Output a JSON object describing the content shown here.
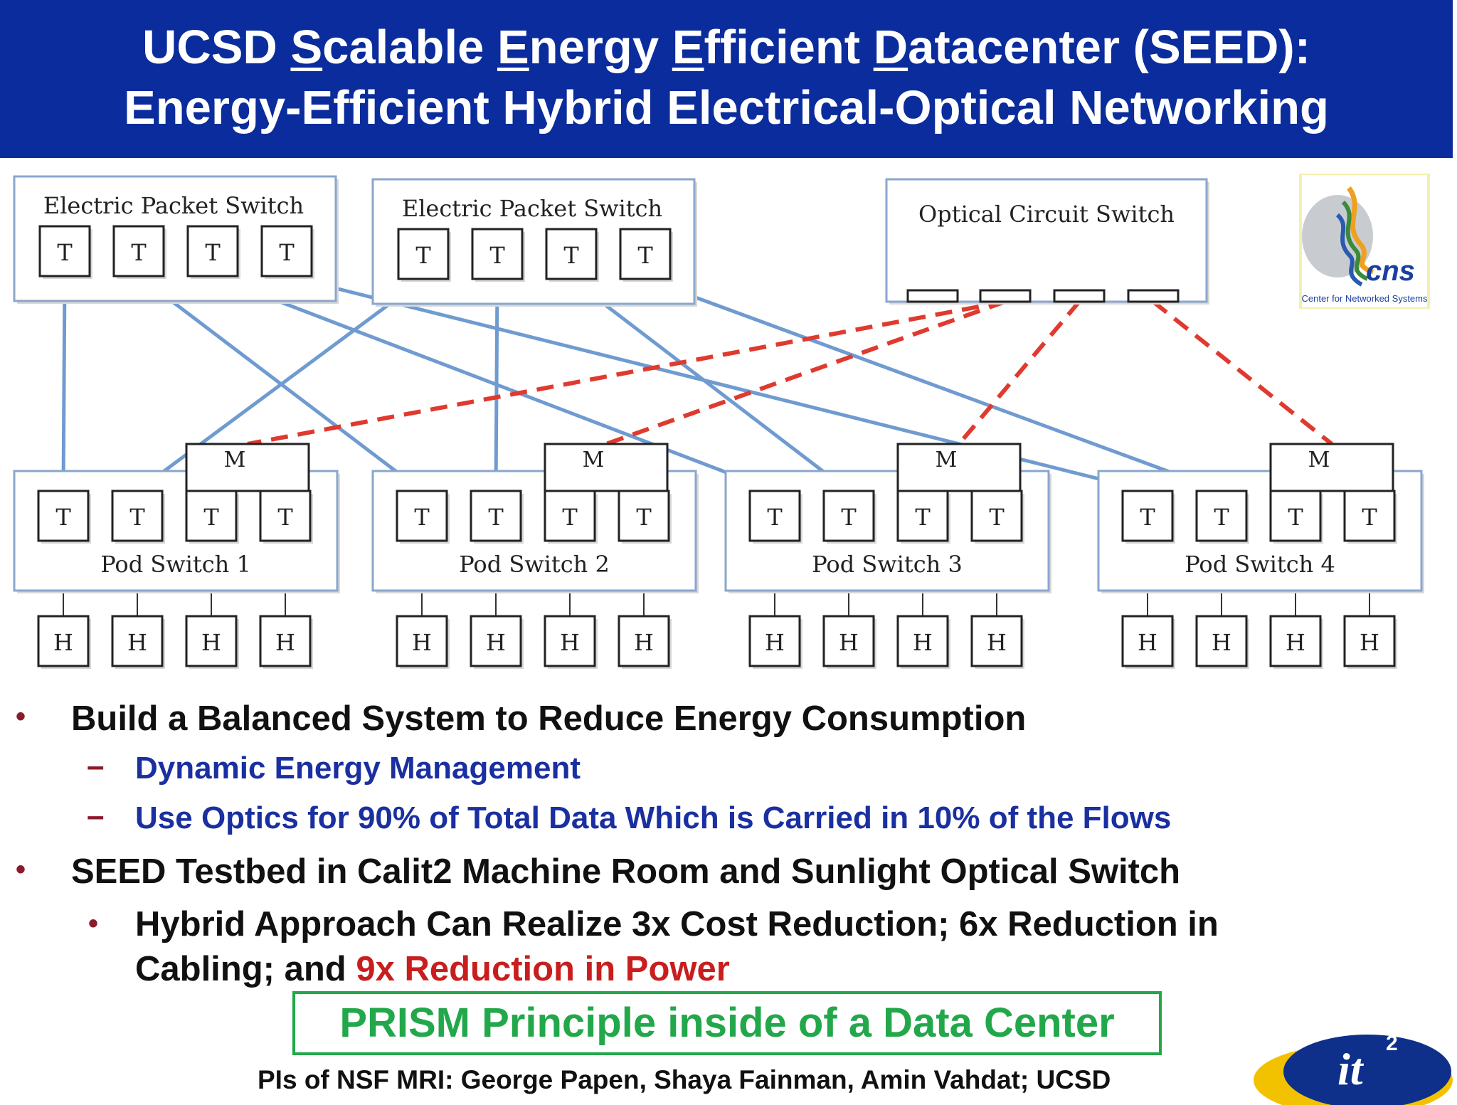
{
  "title": {
    "line1": {
      "prefix": "UCSD ",
      "s_letter": "S",
      "s_rest": "calable ",
      "e1_letter": "E",
      "e1_rest": "nergy ",
      "e2_letter": "E",
      "e2_rest": "fficient ",
      "d_letter": "D",
      "d_rest": "atacenter (SEED):"
    },
    "line2": "Energy-Efficient Hybrid Electrical-Optical Networking"
  },
  "diagram": {
    "core_switches": [
      {
        "label": "Electric Packet Switch",
        "ports": [
          "T",
          "T",
          "T",
          "T"
        ]
      },
      {
        "label": "Electric Packet Switch",
        "ports": [
          "T",
          "T",
          "T",
          "T"
        ]
      }
    ],
    "optical_switch": {
      "label": "Optical Circuit Switch"
    },
    "pods": [
      {
        "label": "Pod Switch 1",
        "mux": "M",
        "ports": [
          "T",
          "T",
          "T",
          "T"
        ],
        "hosts": [
          "H",
          "H",
          "H",
          "H"
        ]
      },
      {
        "label": "Pod Switch 2",
        "mux": "M",
        "ports": [
          "T",
          "T",
          "T",
          "T"
        ],
        "hosts": [
          "H",
          "H",
          "H",
          "H"
        ]
      },
      {
        "label": "Pod Switch 3",
        "mux": "M",
        "ports": [
          "T",
          "T",
          "T",
          "T"
        ],
        "hosts": [
          "H",
          "H",
          "H",
          "H"
        ]
      },
      {
        "label": "Pod Switch 4",
        "mux": "M",
        "ports": [
          "T",
          "T",
          "T",
          "T"
        ],
        "hosts": [
          "H",
          "H",
          "H",
          "H"
        ]
      }
    ],
    "colors": {
      "electrical_link": "#6f9bd0",
      "optical_link": "#e03a2f",
      "box_border": "#8aa6cc"
    }
  },
  "logos": {
    "cns": {
      "text": "cns",
      "subtitle": "Center for Networked Systems"
    },
    "it2": {
      "text": "it",
      "superscript": "2"
    }
  },
  "bullets": {
    "b1": "Build a Balanced System to Reduce Energy Consumption",
    "b1_subs": [
      "Dynamic Energy Management",
      "Use Optics for 90% of Total Data Which is Carried in 10% of the Flows"
    ],
    "b2": "SEED Testbed in Calit2 Machine Room and Sunlight Optical Switch",
    "b2_sub_part1": "Hybrid Approach Can Realize 3x Cost Reduction; 6x Reduction in Cabling; and ",
    "b2_sub_red": "9x Reduction in Power",
    "bullet_char": "•",
    "dash_char": "–"
  },
  "prism": "PRISM Principle inside of a Data Center",
  "pis": "PIs of NSF MRI: George Papen, Shaya Fainman, Amin Vahdat; UCSD"
}
